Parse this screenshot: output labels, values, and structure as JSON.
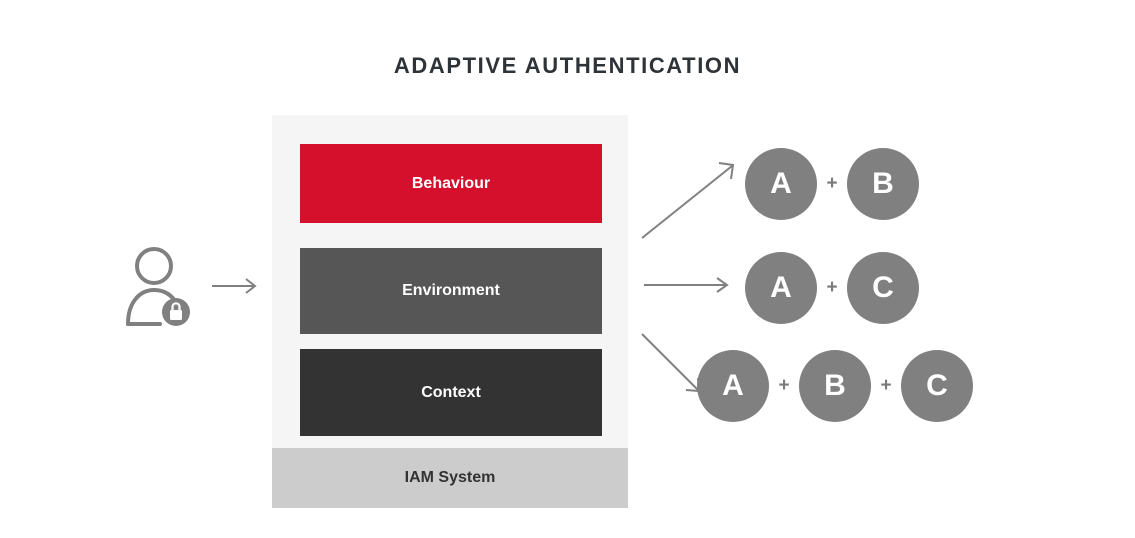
{
  "title": "ADAPTIVE AUTHENTICATION",
  "colors": {
    "behaviour": "#d4102c",
    "environment": "#565656",
    "context": "#333333",
    "iam": "#cccccc",
    "panel": "#f5f5f5",
    "token": "#808080",
    "stroke": "#808080",
    "title_text": "#2e3338"
  },
  "actor": {
    "icon": "user-lock-icon",
    "arrow": "arrow-right-icon"
  },
  "stack": {
    "layers": [
      {
        "label": "Behaviour",
        "color": "#d4102c"
      },
      {
        "label": "Environment",
        "color": "#565656"
      },
      {
        "label": "Context",
        "color": "#333333"
      }
    ],
    "foundation": {
      "label": "IAM System",
      "color": "#cccccc"
    }
  },
  "outcomes": {
    "separator": "+",
    "rows": [
      {
        "arrow": "arrow-up-right-icon",
        "factors": [
          "A",
          "B"
        ]
      },
      {
        "arrow": "arrow-right-icon",
        "factors": [
          "A",
          "C"
        ]
      },
      {
        "arrow": "arrow-down-right-icon",
        "factors": [
          "A",
          "B",
          "C"
        ]
      }
    ]
  }
}
